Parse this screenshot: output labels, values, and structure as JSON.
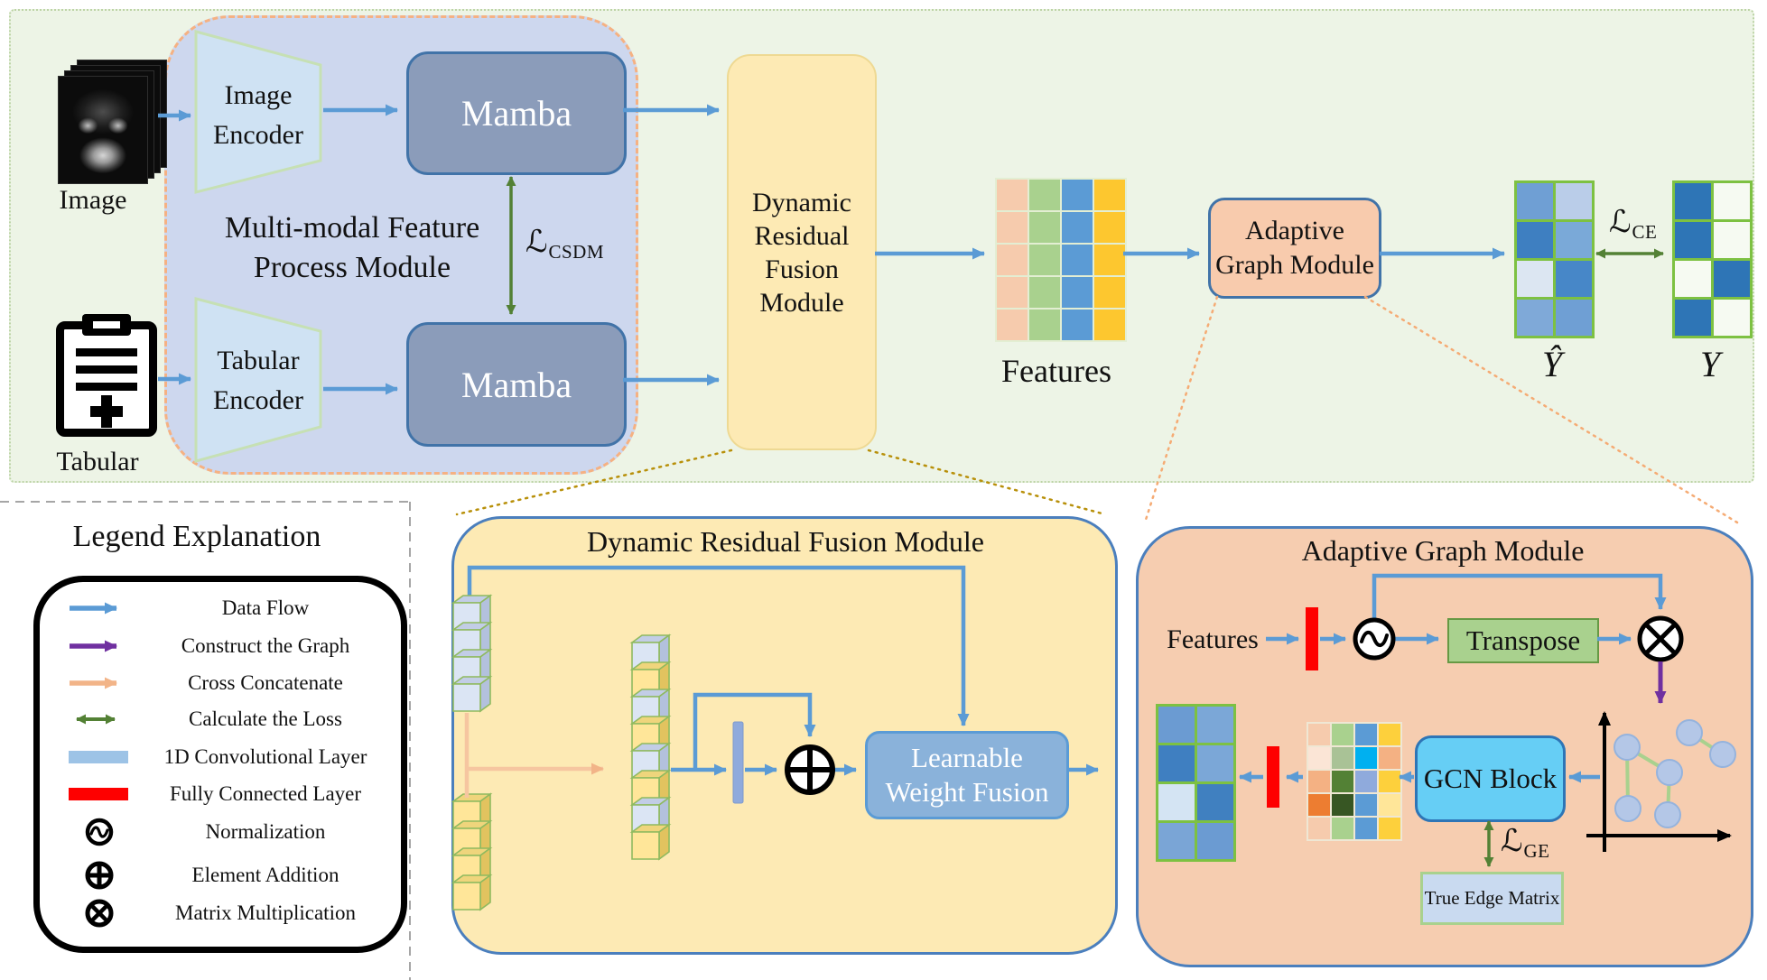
{
  "figure": {
    "image_label": "Image",
    "tabular_label": "Tabular",
    "image_encoder_line1": "Image",
    "image_encoder_line2": "Encoder",
    "tabular_encoder_line1": "Tabular",
    "tabular_encoder_line2": "Encoder",
    "mamba_top": "Mamba",
    "mamba_bottom": "Mamba",
    "module_title_line1": "Multi-modal Feature",
    "module_title_line2": "Process Module",
    "loss_csdm": {
      "symbol": "ℒ",
      "subscript": "CSDM"
    },
    "drfm_lines": [
      "Dynamic",
      "Residual",
      "Fusion",
      "Module"
    ],
    "features_label": "Features",
    "agm_line1": "Adaptive",
    "agm_line2": "Graph Module",
    "loss_ce": {
      "symbol": "ℒ",
      "subscript": "CE"
    },
    "yhat_label": "Ŷ",
    "y_label": "Y",
    "features_matrix": {
      "cols": 4,
      "cells": [
        "#f6cbad",
        "#a9d18e",
        "#5b9bd5",
        "#fdc72f",
        "#f6cbad",
        "#a9d18e",
        "#5b9bd5",
        "#fdc72f",
        "#f6cbad",
        "#a9d18e",
        "#5b9bd5",
        "#fdc72f",
        "#f6cbad",
        "#a9d18e",
        "#5b9bd5",
        "#fdc72f",
        "#f6cbad",
        "#a9d18e",
        "#5b9bd5",
        "#fdc72f"
      ]
    },
    "yhat_matrix": {
      "cols": 2,
      "cells": [
        "#6f9fd4",
        "#bacde9",
        "#3e7fc1",
        "#7aa9d8",
        "#dce6f2",
        "#4787c8",
        "#7fa9d8",
        "#6f9fd4"
      ]
    },
    "y_matrix": {
      "cols": 2,
      "cells": [
        "#2e75b6",
        "#f6faf2",
        "#2e75b6",
        "#f6faf2",
        "#f6faf2",
        "#2e75b6",
        "#2e75b6",
        "#f6faf2"
      ]
    }
  },
  "legend": {
    "title": "Legend Explanation",
    "items": [
      {
        "icon": "data-flow-arrow",
        "label": "Data Flow"
      },
      {
        "icon": "construct-graph-arrow",
        "label": "Construct the Graph"
      },
      {
        "icon": "cross-concatenate-arrow",
        "label": "Cross Concatenate"
      },
      {
        "icon": "calculate-loss-arrow",
        "label": "Calculate the Loss"
      },
      {
        "icon": "conv1d-bar",
        "label": "1D Convolutional Layer"
      },
      {
        "icon": "fully-connected-bar",
        "label": "Fully Connected Layer"
      },
      {
        "icon": "normalization-circle",
        "label": "Normalization"
      },
      {
        "icon": "element-addition-circle",
        "label": "Element Addition"
      },
      {
        "icon": "matrix-multiplication-circle",
        "label": "Matrix Multiplication"
      }
    ]
  },
  "drfm_detail": {
    "title": "Dynamic Residual Fusion Module",
    "lwf_line1": "Learnable",
    "lwf_line2": "Weight Fusion",
    "stack_top": [
      "blue",
      "blue",
      "blue",
      "blue"
    ],
    "stack_bottom": [
      "yellow",
      "yellow",
      "yellow",
      "yellow"
    ],
    "stack_fused": [
      "blue",
      "yellow",
      "blue",
      "yellow",
      "blue",
      "yellow",
      "blue",
      "yellow"
    ]
  },
  "agm_detail": {
    "title": "Adaptive Graph Module",
    "features_label": "Features",
    "transpose_label": "Transpose",
    "gcn_label": "GCN Block",
    "true_edge_label": "True Edge Matrix",
    "loss_ge": {
      "symbol": "ℒ",
      "subscript": "GE"
    },
    "feature_matrix": {
      "cols": 4,
      "cells": [
        "#f6cbad",
        "#a9d18e",
        "#5b9bd5",
        "#fdd03c",
        "#fbe5d6",
        "#a9c296",
        "#00b0f0",
        "#f4b183",
        "#f4b183",
        "#538135",
        "#8faadc",
        "#fdd03c",
        "#ed7d31",
        "#375623",
        "#5b9bd5",
        "#ffe699",
        "#f6cbad",
        "#a9d18e",
        "#5b9bd5",
        "#fdd03c"
      ]
    },
    "output_matrix": {
      "cols": 2,
      "cells": [
        "#6b9bd2",
        "#7ba7d7",
        "#3f7fc1",
        "#7ba7d7",
        "#d4e4f3",
        "#4080c0",
        "#7aa5d6",
        "#6b9bd2"
      ]
    }
  },
  "cube_palettes": {
    "blue": {
      "front": "#dbe5f4",
      "top": "#c2cde6",
      "side": "#b3c1dd"
    },
    "yellow": {
      "front": "#ffe699",
      "top": "#efd57c",
      "side": "#e2c35f"
    }
  },
  "colors": {
    "data_flow": "#5b9bd5",
    "construct_graph": "#7030a0",
    "cross_concatenate": "#f2b488",
    "calculate_loss": "#538135",
    "conv1d_layer": "#9dc3e6",
    "fully_connected_layer": "#fe0000",
    "panel_green": "#edf4e6",
    "module_lavender": "#cdd7ee",
    "drfm_yellow": "#fdeab4",
    "agm_peach": "#f6cdb0"
  }
}
